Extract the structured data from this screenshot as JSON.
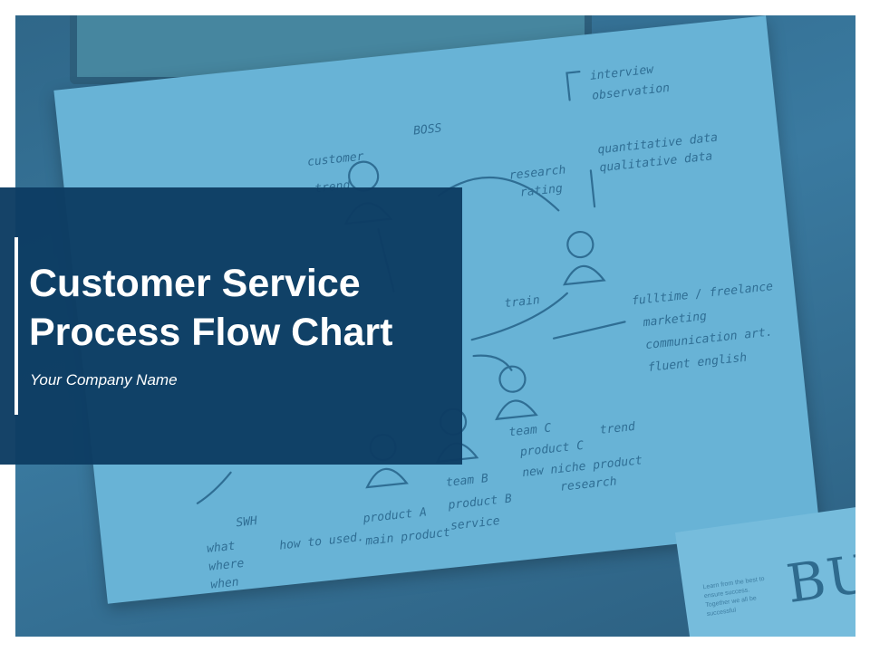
{
  "slide": {
    "title_line1": "Customer Service",
    "title_line2": "Process Flow Chart",
    "subtitle": "Your Company Name"
  },
  "background_photo": {
    "notes": [
      "customer",
      "trend",
      "BOSS",
      "interview",
      "observation",
      "quantitative data",
      "qualitative data",
      "research",
      "rating",
      "train",
      "fulltime / freelance",
      "marketing",
      "communication art.",
      "fluent english",
      "team C",
      "product C",
      "new niche product",
      "trend",
      "research",
      "team B",
      "product B",
      "service",
      "product A",
      "main product",
      "SWH",
      "what",
      "where",
      "when",
      "how to used."
    ],
    "newspaper_heading": "BU",
    "newspaper_text": "Learn from the best to ensure success. Together we all be successful"
  },
  "colors": {
    "panel": "#0d3d63",
    "photo_tint": "#3e7fa6",
    "paper": "#68b3d6",
    "text": "#ffffff"
  }
}
